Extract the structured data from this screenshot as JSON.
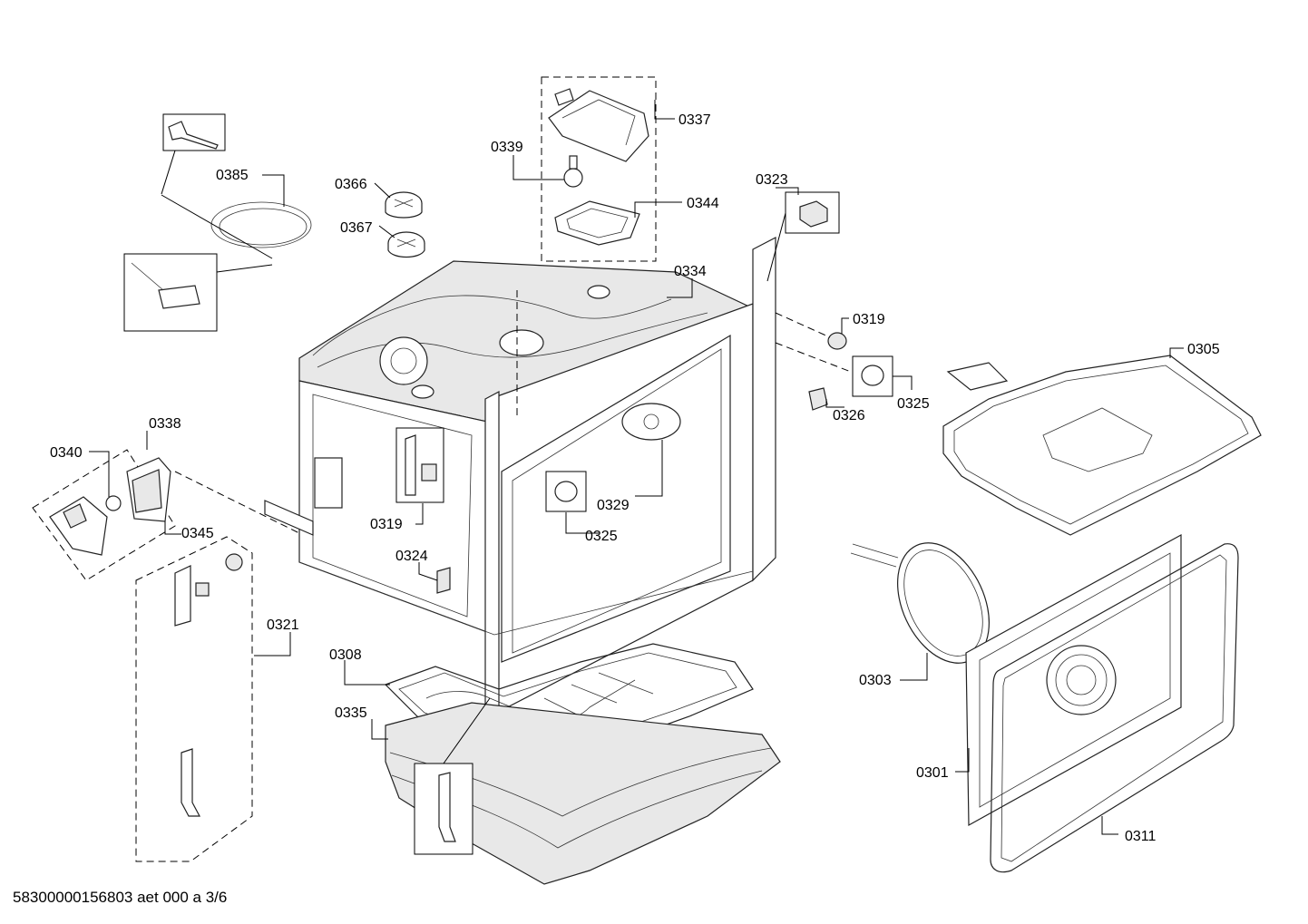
{
  "footer_code": "58300000156803 aet 000 a 3/6",
  "labels": {
    "p0301": "0301",
    "p0303": "0303",
    "p0305": "0305",
    "p0308": "0308",
    "p0311": "0311",
    "p0319a": "0319",
    "p0319b": "0319",
    "p0321": "0321",
    "p0323": "0323",
    "p0324": "0324",
    "p0325a": "0325",
    "p0325b": "0325",
    "p0326": "0326",
    "p0329": "0329",
    "p0334": "0334",
    "p0335": "0335",
    "p0337": "0337",
    "p0338": "0338",
    "p0339": "0339",
    "p0340": "0340",
    "p0344": "0344",
    "p0345": "0345",
    "p0366": "0366",
    "p0367": "0367",
    "p0385": "0385"
  }
}
